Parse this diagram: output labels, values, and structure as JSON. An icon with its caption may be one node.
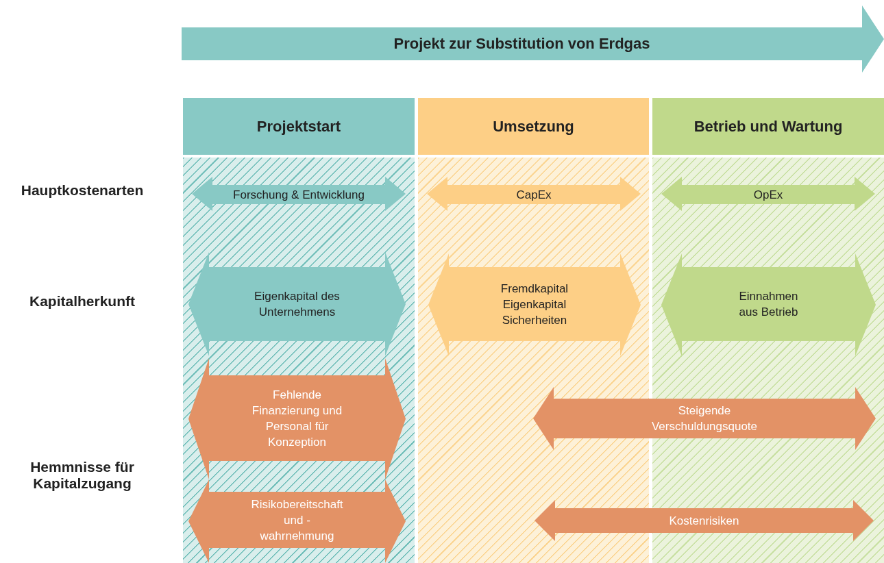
{
  "diagram": {
    "nodes": [
      {
        "text": [
          "Projekt zur Substitution von Erdgas"
        ]
      },
      {
        "text": [
          "Projektstart"
        ]
      },
      {
        "text": [
          "Umsetzung"
        ]
      },
      {
        "text": [
          "Betrieb und Wartung"
        ]
      },
      {
        "text": [
          "Forschung & Entwicklung"
        ],
        "in": 1
      },
      {
        "text": [
          "CapEx"
        ],
        "in": 2
      },
      {
        "text": [
          "OpEx"
        ],
        "in": 3
      },
      {
        "text": [
          "Eigenkapital des Unternehmens"
        ],
        "in": 1
      },
      {
        "text": [
          "Fremdkapital",
          "Eigenkapital",
          "Sicherheiten"
        ],
        "in": 2
      },
      {
        "text": [
          "Einnahmen aus Betrieb"
        ],
        "in": 3
      },
      {
        "text": [
          "Fehlende Finanzierung und Personal für Konzeption"
        ],
        "in": 1
      },
      {
        "text": [
          "Steigende Verschuldungsquote"
        ]
      },
      {
        "text": [
          "Risikobereitschaft und -wahrnehmung"
        ],
        "in": 1
      },
      {
        "text": [
          "Kostenrisiken"
        ]
      }
    ],
    "edges": [],
    "labels": [
      "Hauptkostenarten",
      "Kapitalherkunft",
      "Hemmnisse für Kapitalzugang"
    ]
  }
}
